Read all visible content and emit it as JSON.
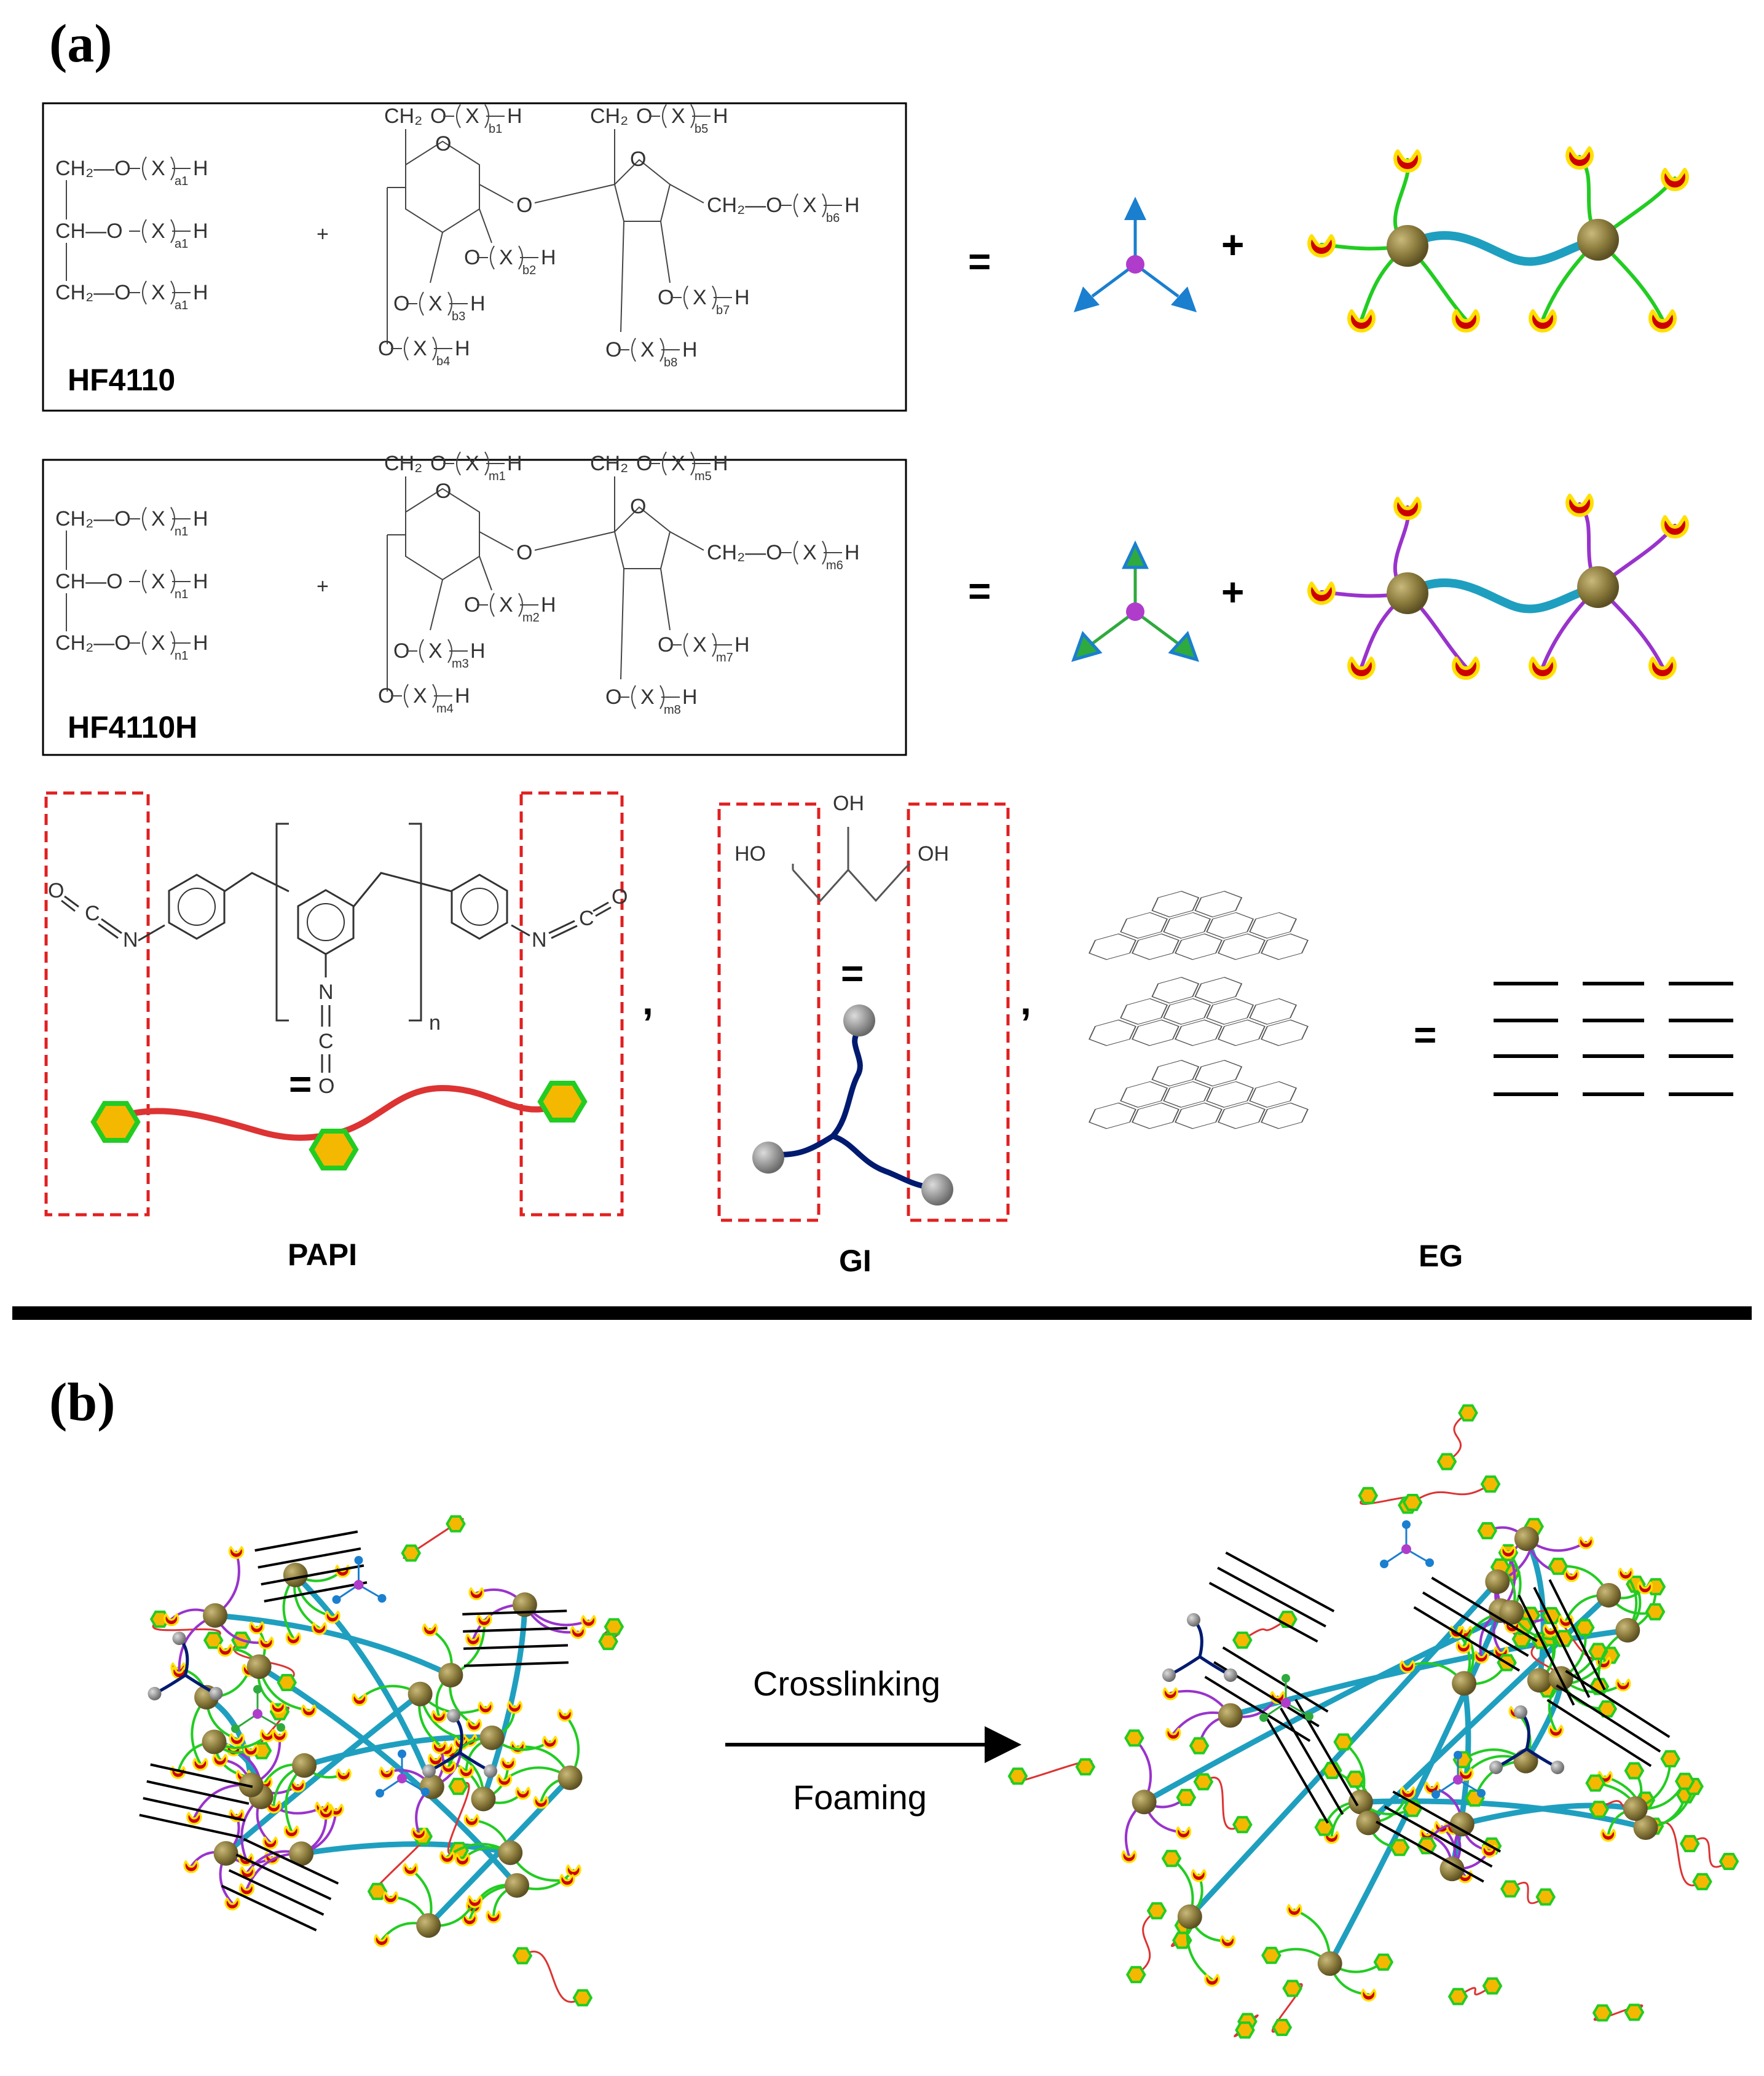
{
  "panels": {
    "a": {
      "label": "(a)",
      "hf4110": {
        "name": "HF4110",
        "glycerol_rows": [
          {
            "group": "CH₂—O",
            "sub": "a1"
          },
          {
            "group": "CH—O",
            "sub": "a1"
          },
          {
            "group": "CH₂—O",
            "sub": "a1"
          }
        ],
        "sucrose_subs": [
          "b1",
          "b2",
          "b3",
          "b4",
          "b5",
          "b6",
          "b7",
          "b8"
        ]
      },
      "hf4110h": {
        "name": "HF4110H",
        "glycerol_rows": [
          {
            "group": "CH₂—O",
            "sub": "n1"
          },
          {
            "group": "CH—O",
            "sub": "n1"
          },
          {
            "group": "CH₂—O",
            "sub": "n1"
          }
        ],
        "sucrose_subs": [
          "m1",
          "m2",
          "m3",
          "m4",
          "m5",
          "m6",
          "m7",
          "m8"
        ]
      },
      "plus": "+",
      "equals": "=",
      "comma": ",",
      "papi": {
        "name": "PAPI",
        "repeat": "n"
      },
      "gi": {
        "name": "GI"
      },
      "eg": {
        "name": "EG"
      },
      "chem_tokens": {
        "x": "X",
        "h": "H",
        "o": "O",
        "oh": "OH",
        "ho": "HO",
        "ch2o": "CH₂—O",
        "ch2": "CH₂",
        "nco_n": "N",
        "nco_c": "C",
        "nco_o": "O"
      }
    },
    "b": {
      "label": "(b)",
      "arrow_top": "Crosslinking",
      "arrow_bottom": "Foaming"
    }
  },
  "colors": {
    "box_border": "#000000",
    "dashed_box": "#e02020",
    "hf4110_arms": "#22cc22",
    "hf4110h_arms": "#9933cc",
    "backbone": "#1f9fbf",
    "core_bead": "#8a7a3c",
    "pac_shape": "#cc0000",
    "pac_outline": "#ffe000",
    "tripod_blue": "#1a7fcf",
    "tripod_green": "#2eaa3e",
    "tripod_center": "#b03ccc",
    "papi_chain": "#dd3333",
    "papi_hex_fill": "#f5b800",
    "papi_hex_stroke": "#22cc22",
    "gi_chain": "#001a70",
    "gi_ball": "#888888"
  }
}
